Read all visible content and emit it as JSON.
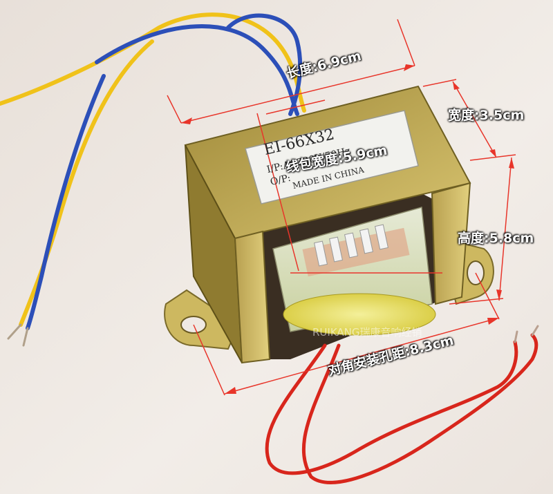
{
  "nameplate": {
    "model": "EI-66X32",
    "input": "I/P:AC220V/50Hz",
    "output": "O/P:",
    "origin": "MADE IN CHINA"
  },
  "dimensions": {
    "length": "长度:6.9cm",
    "width": "宽度:3.5cm",
    "coil_width": "线包宽度:5.9cm",
    "height": "高度:5.8cm",
    "hole_distance": "对角安装孔距:8.3cm"
  },
  "watermark": "RUIKANG瑞康音响经销",
  "colors": {
    "dimension_lines": "#e8352a",
    "wire_yellow": "#f0c21a",
    "wire_blue": "#2c4fb8",
    "wire_red": "#d8261c",
    "frame": "#c9b25a"
  }
}
